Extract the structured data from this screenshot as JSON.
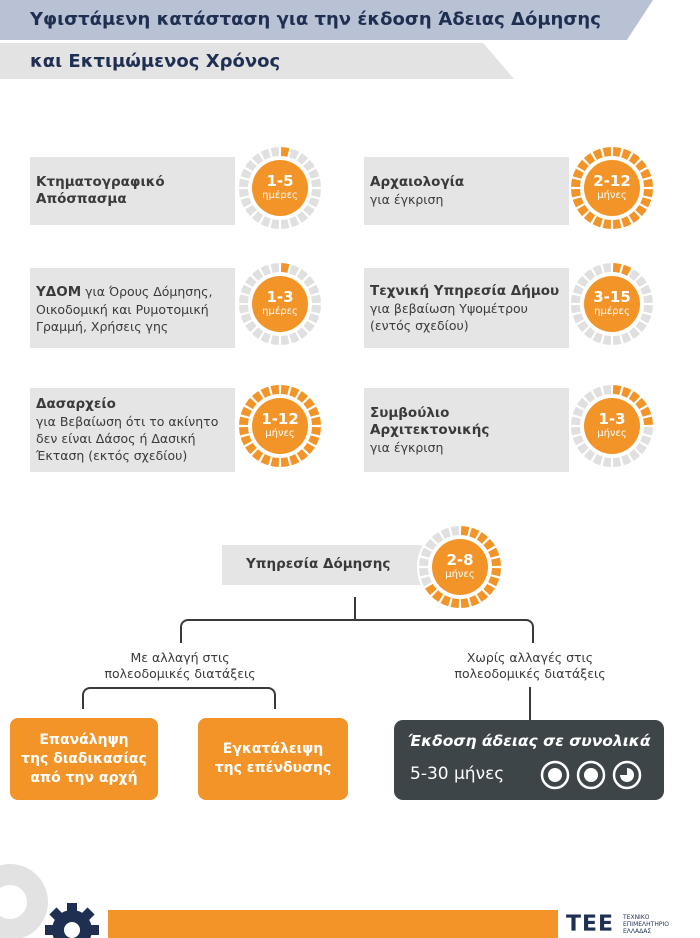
{
  "header": {
    "line1": "Υφιστάμενη κατάσταση για την έκδοση Άδειας Δόμησης",
    "line2": "και Εκτιμώμενος Χρόνος"
  },
  "colors": {
    "accent": "#f29427",
    "ring_track": "#e3a153",
    "box_grey": "#e5e5e5",
    "dark": "#3d4548",
    "header_blue": "#1f2f52"
  },
  "steps": [
    {
      "id": "ktim",
      "title_lines": [
        "Κτηματογραφικό",
        "Απόσπασμα"
      ],
      "bold_prefix": "",
      "sub_lines": [],
      "range": "1-5",
      "unit": "ημέρες",
      "fill": 0.05
    },
    {
      "id": "arch",
      "title_lines": [
        "Αρχαιολογία"
      ],
      "bold_prefix": "",
      "sub_lines": [
        "για έγκριση"
      ],
      "range": "2-12",
      "unit": "μήνες",
      "fill": 1.0
    },
    {
      "id": "ydom",
      "title_lines": [],
      "bold_prefix": "ΥΔΟΜ",
      "sub_lines": [
        " για Όρους Δόμησης,",
        "Οικοδομική και Ρυμοτομική",
        "Γραμμή, Χρήσεις γης"
      ],
      "range": "1-3",
      "unit": "ημέρες",
      "fill": 0.03
    },
    {
      "id": "tech",
      "title_lines": [
        "Τεχνική Υπηρεσία Δήμου"
      ],
      "bold_prefix": "",
      "sub_lines": [
        "για βεβαίωση Υψομέτρου",
        "(εντός σχεδίου)"
      ],
      "range": "3-15",
      "unit": "ημέρες",
      "fill": 0.1
    },
    {
      "id": "das",
      "title_lines": [
        "Δασαρχείο"
      ],
      "bold_prefix": "",
      "sub_lines": [
        "για Βεβαίωση ότι το ακίνητο",
        "δεν είναι Δάσος ή Δασική",
        "Έκταση (εκτός σχεδίου)"
      ],
      "range": "1-12",
      "unit": "μήνες",
      "fill": 1.0
    },
    {
      "id": "symv",
      "title_lines": [
        "Συμβούλιο",
        "Αρχιτεκτονικής"
      ],
      "bold_prefix": "",
      "sub_lines": [
        "για έγκριση"
      ],
      "range": "1-3",
      "unit": "μήνες",
      "fill": 0.25
    }
  ],
  "building_service": {
    "title": "Υπηρεσία Δόμησης",
    "range": "2-8",
    "unit": "μήνες",
    "fill": 0.66
  },
  "branch_left": {
    "label_lines": [
      "Με αλλαγή στις",
      "πολεοδομικές διατάξεις"
    ]
  },
  "branch_right": {
    "label_lines": [
      "Χωρίς αλλαγές στις",
      "πολεοδομικές διατάξεις"
    ]
  },
  "outcomes": {
    "repeat": [
      "Επανάληψη",
      "της διαδικασίας",
      "από την αρχή"
    ],
    "abandon": [
      "Εγκατάλειψη",
      "της επένδυσης"
    ],
    "issue_title": "Έκδοση άδειας σε συνολικά",
    "issue_time": "5-30 μήνες"
  },
  "footer": {
    "logo": "ΤΕΕ",
    "logo_sub": [
      "ΤΕΧΝΙΚΟ",
      "ΕΠΙΜΕΛΗΤΗΡΙΟ",
      "ΕΛΛΑΔΑΣ"
    ]
  }
}
